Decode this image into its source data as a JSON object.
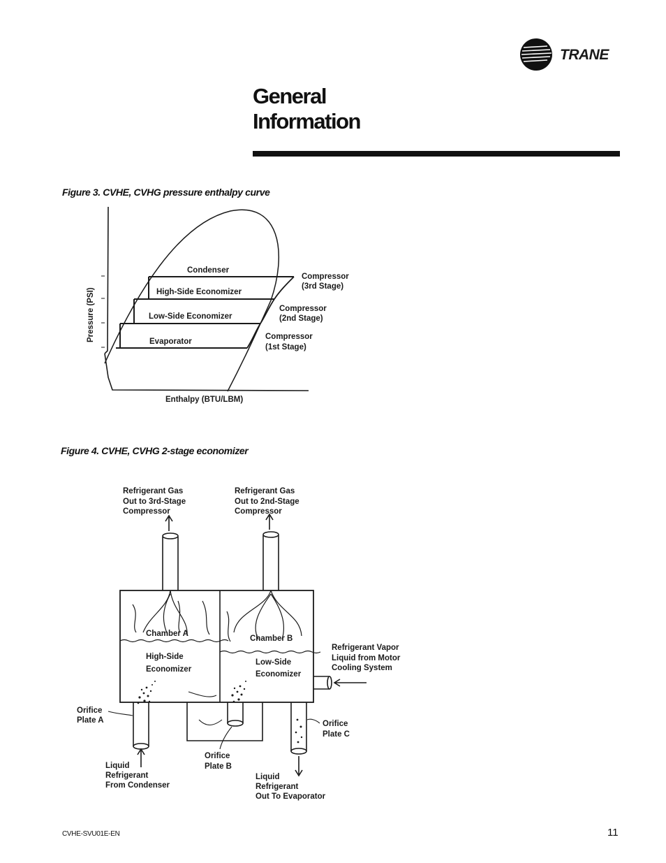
{
  "header": {
    "brand": "TRANE",
    "title_line1": "General",
    "title_line2": "Information"
  },
  "figure3": {
    "caption": "Figure 3. CVHE, CVHG pressure enthalpy curve",
    "y_axis_label": "Pressure (PSI)",
    "x_axis_label": "Enthalpy (BTU/LBM)",
    "region_condenser": "Condenser",
    "region_high_side": "High-Side Economizer",
    "region_low_side": "Low-Side Economizer",
    "region_evaporator": "Evaporator",
    "compressor_3rd_l1": "Compressor",
    "compressor_3rd_l2": "(3rd Stage)",
    "compressor_2nd_l1": "Compressor",
    "compressor_2nd_l2": "(2nd Stage)",
    "compressor_1st_l1": "Compressor",
    "compressor_1st_l2": "(1st Stage)"
  },
  "figure4": {
    "caption": "Figure 4. CVHE, CVHG 2-stage economizer",
    "gas_3rd_l1": "Refrigerant Gas",
    "gas_3rd_l2": "Out to 3rd-Stage",
    "gas_3rd_l3": "Compressor",
    "gas_2nd_l1": "Refrigerant Gas",
    "gas_2nd_l2": "Out to 2nd-Stage",
    "gas_2nd_l3": "Compressor",
    "chamber_a": "Chamber A",
    "chamber_b": "Chamber B",
    "high_side_l1": "High-Side",
    "high_side_l2": "Economizer",
    "low_side_l1": "Low-Side",
    "low_side_l2": "Economizer",
    "vapor_l1": "Refrigerant Vapor",
    "vapor_l2": "Liquid from Motor",
    "vapor_l3": "Cooling System",
    "orifice_a_l1": "Orifice",
    "orifice_a_l2": "Plate A",
    "orifice_b_l1": "Orifice",
    "orifice_b_l2": "Plate B",
    "orifice_c_l1": "Orifice",
    "orifice_c_l2": "Plate C",
    "liquid_in_l1": "Liquid",
    "liquid_in_l2": "Refrigerant",
    "liquid_in_l3": "From Condenser",
    "liquid_out_l1": "Liquid",
    "liquid_out_l2": "Refrigerant",
    "liquid_out_l3": "Out To Evaporator"
  },
  "footer": {
    "doc_id": "CVHE-SVU01E-EN",
    "page_number": "11"
  }
}
